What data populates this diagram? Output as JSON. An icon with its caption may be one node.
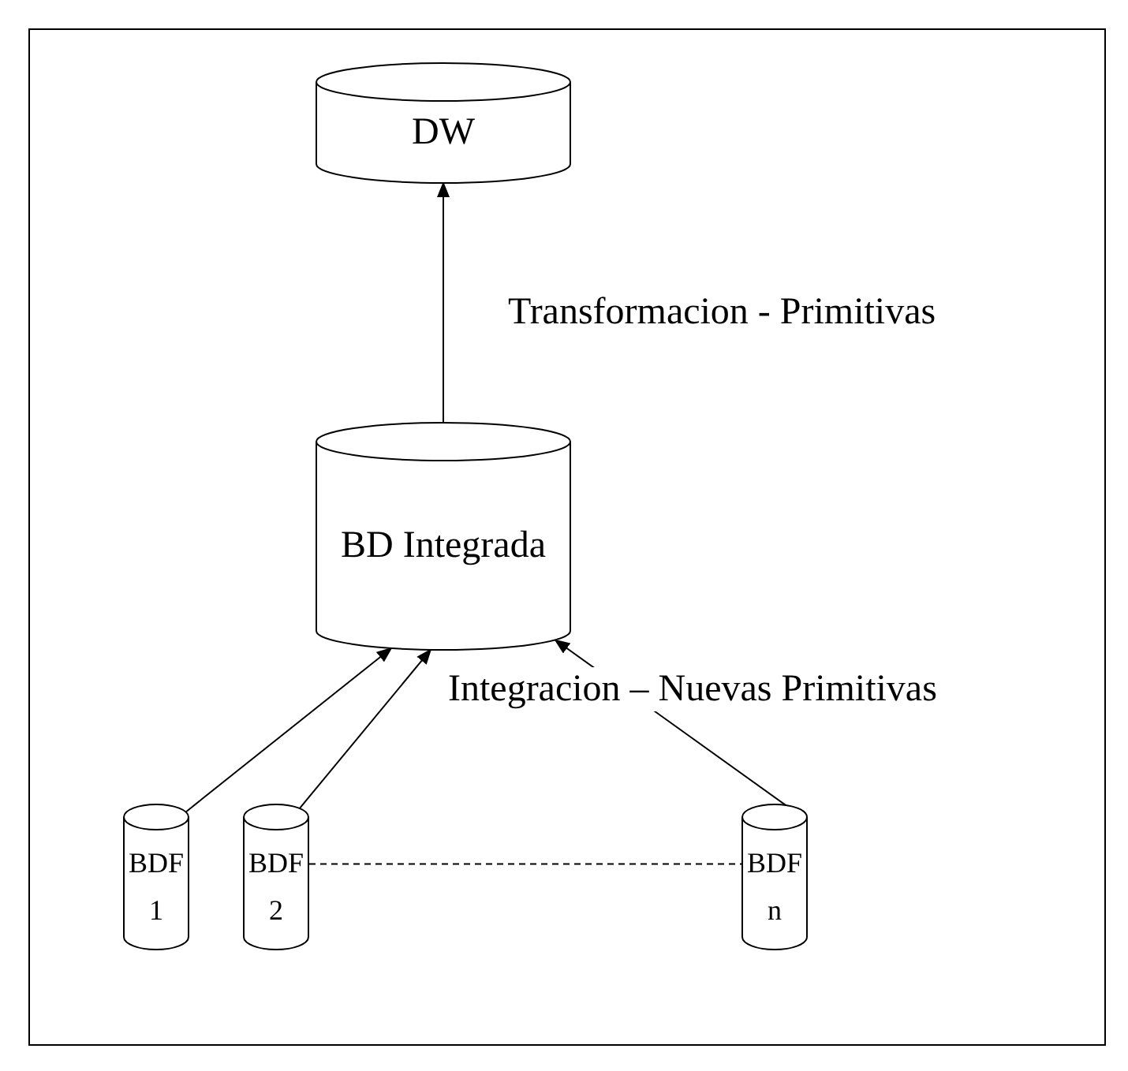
{
  "diagram": {
    "nodes": [
      {
        "text": [
          "DW"
        ]
      },
      {
        "text": [
          "BD Integrada"
        ]
      },
      {
        "text": [
          "BDF 1"
        ]
      },
      {
        "text": [
          "BDF 2"
        ]
      },
      {
        "text": [
          "BDF n"
        ]
      }
    ],
    "edges": [
      {
        "from": 1,
        "to": 0,
        "arrow": "to",
        "label": "Transformacion - Primitivas"
      },
      {
        "from": 2,
        "to": 1,
        "arrow": "to"
      },
      {
        "from": 3,
        "to": 1,
        "arrow": "to"
      },
      {
        "from": 4,
        "to": 1,
        "arrow": "to",
        "label": "Integracion – Nuevas Primitivas"
      },
      {
        "from": 3,
        "to": 4,
        "arrow": "none",
        "style": "dashed"
      }
    ]
  }
}
